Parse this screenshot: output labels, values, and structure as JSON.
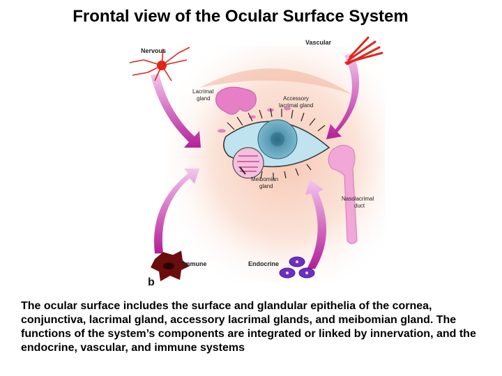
{
  "title": "Frontal view of the Ocular Surface System",
  "figure": {
    "panel_letter": "b",
    "labels": {
      "nervous": "Nervous",
      "vascular": "Vascular",
      "lacrimal_gland": [
        "Lacrimal",
        "gland"
      ],
      "accessory_lacrimal_gland": [
        "Accessory",
        "lacrimal gland"
      ],
      "meibomian_gland": [
        "Meibomian",
        "gland"
      ],
      "nasolacrimal_duct": [
        "Nasolacrimal",
        "duct"
      ],
      "immune": "Immune",
      "endocrine": "Endocrine"
    },
    "colors": {
      "arrow_magenta": "#c0259f",
      "gland_pink": "#e77fc7",
      "iris_teal": "#5c9cb5",
      "sclera_blue": "#bfe3ef",
      "nerve_red": "#e0251b",
      "endocrine_purple": "#6e2fc0",
      "immune_darkred": "#6b0d0d"
    }
  },
  "caption": "The ocular surface includes the surface and glandular epithelia of the cornea, conjunctiva, lacrimal gland, accessory lacrimal glands, and meibomian gland. The functions of the system’s components are integrated or linked by innervation, and the endocrine, vascular, and immune systems"
}
